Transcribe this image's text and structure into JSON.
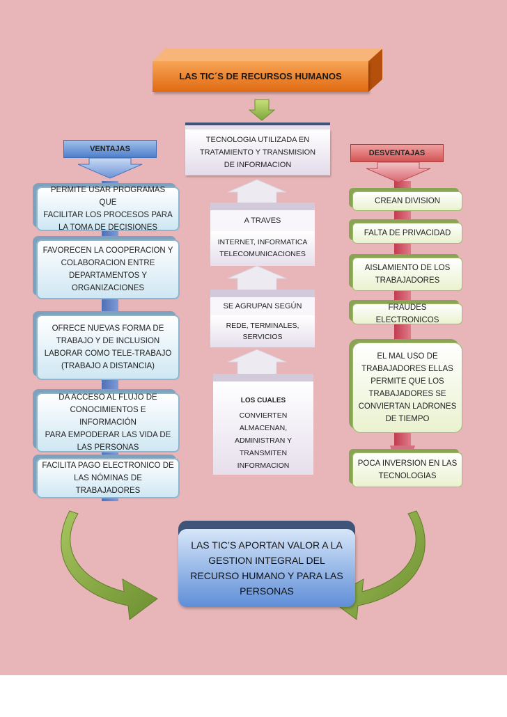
{
  "title": "LAS TIC´S DE RECURSOS HUMANOS",
  "center": {
    "top_box": "TECNOLOGIA UTILIZADA EN\nTRATAMIENTO Y TRANSMISION\nDE INFORMACION",
    "step1_label": "A TRAVES",
    "step1_text": "INTERNET, INFORMATICA\nTELECOMUNICACIONES",
    "step2_label": "SE AGRUPAN SEGÚN",
    "step2_text": "REDE, TERMINALES,\nSERVICIOS",
    "step3_label": "LOS CUALES",
    "step3_text": "CONVIERTEN\nALMACENAN,\nADMINISTRAN Y\nTRANSMITEN\nINFORMACION"
  },
  "ventajas": {
    "header": "VENTAJAS",
    "items": [
      "PERMITE USAR PROGRAMAS QUE\nFACILITAR LOS PROCESOS PARA\nLA TOMA DE DECISIONES",
      "FAVORECEN LA COOPERACION Y\nCOLABORACION ENTRE\nDEPARTAMENTOS Y\nORGANIZACIONES",
      "OFRECE NUEVAS FORMA DE\nTRABAJO Y DE INCLUSION\nLABORAR COMO TELE-TRABAJO\n(TRABAJO A DISTANCIA)",
      "DA ACCESO AL FLUJO DE\nCONOCIMIENTOS E INFORMACIÓN\nPARA EMPODERAR LAS VIDA DE\nLAS PERSONAS",
      "FACILITA PAGO ELECTRONICO DE\nLAS NÓMINAS DE TRABAJADORES"
    ]
  },
  "desventajas": {
    "header": "DESVENTAJAS",
    "items": [
      "CREAN DIVISION",
      "FALTA DE PRIVACIDAD",
      "AISLAMIENTO DE LOS\nTRABAJADORES",
      "FRAUDES ELECTRONICOS",
      "EL MAL USO DE\nTRABAJADORES ELLAS\nPERMITE QUE LOS\nTRABAJADORES SE\nCONVIERTAN LADRONES\nDE TIEMPO",
      "POCA INVERSION EN LAS\nTECNOLOGIAS"
    ]
  },
  "conclusion": "LAS TIC’S  APORTAN VALOR A LA\nGESTION  INTEGRAL DEL\nRECURSO HUMANO  Y PARA LAS\nPERSONAS",
  "colors": {
    "background": "#e8b6b8",
    "title": "#e8782a",
    "ventajas": "#5b86d0",
    "desventajas": "#d45a5a",
    "left_boxes": "#cfe7f3",
    "right_boxes": "#e9f2cf",
    "conclusion": "#6a96dc",
    "curved_arrows": "#8fb04a"
  }
}
